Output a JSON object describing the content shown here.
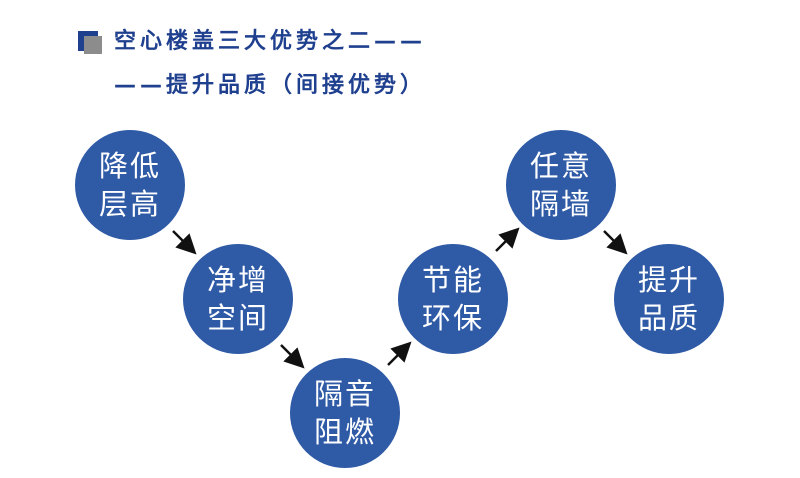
{
  "title": {
    "line1": "空心楼盖三大优势之二——",
    "line2": "——提升品质（间接优势）"
  },
  "colors": {
    "accent": "#1f3f8f",
    "node_fill": "#2f5aa6",
    "marker_gray": "#8c8c8c",
    "arrow": "#111111"
  },
  "nodes": [
    {
      "line1": "降低",
      "line2": "层高"
    },
    {
      "line1": "净增",
      "line2": "空间"
    },
    {
      "line1": "隔音",
      "line2": "阻燃"
    },
    {
      "line1": "节能",
      "line2": "环保"
    },
    {
      "line1": "任意",
      "line2": "隔墙"
    },
    {
      "line1": "提升",
      "line2": "品质"
    }
  ]
}
